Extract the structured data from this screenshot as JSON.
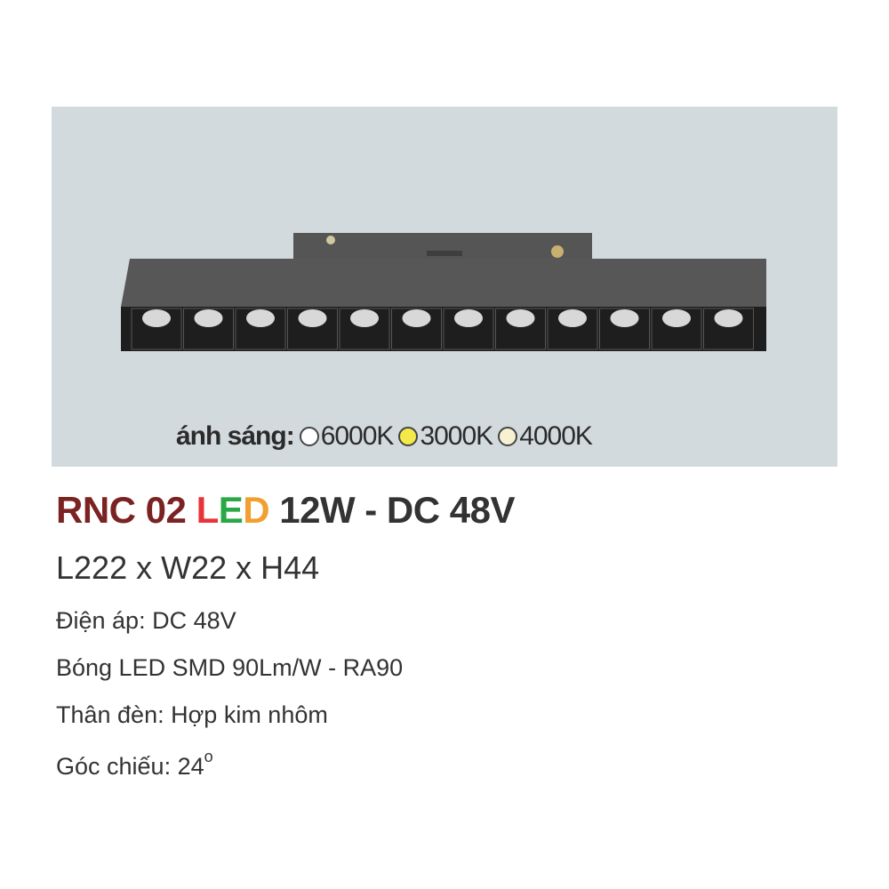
{
  "light": {
    "label": "ánh sáng:",
    "options": [
      {
        "name": "6000K",
        "color": "#ffffff"
      },
      {
        "name": "3000K",
        "color": "#f5e94a"
      },
      {
        "name": "4000K",
        "color": "#f7f1d2"
      }
    ]
  },
  "title": {
    "model": "RNC 02 ",
    "led_l": "L",
    "led_e": "E",
    "led_d": "D",
    "rest": " 12W - DC 48V",
    "colors": {
      "model": "#7b2222",
      "l": "#e8333a",
      "e": "#2aa845",
      "d": "#f0a030"
    }
  },
  "dimensions": "L222 x W22 x H44",
  "specs": [
    "Điện áp: DC 48V",
    "Bóng LED SMD 90Lm/W - RA90",
    "Thân đèn: Hợp kim nhôm",
    "Góc chiếu: 24"
  ],
  "angle_unit": "o"
}
